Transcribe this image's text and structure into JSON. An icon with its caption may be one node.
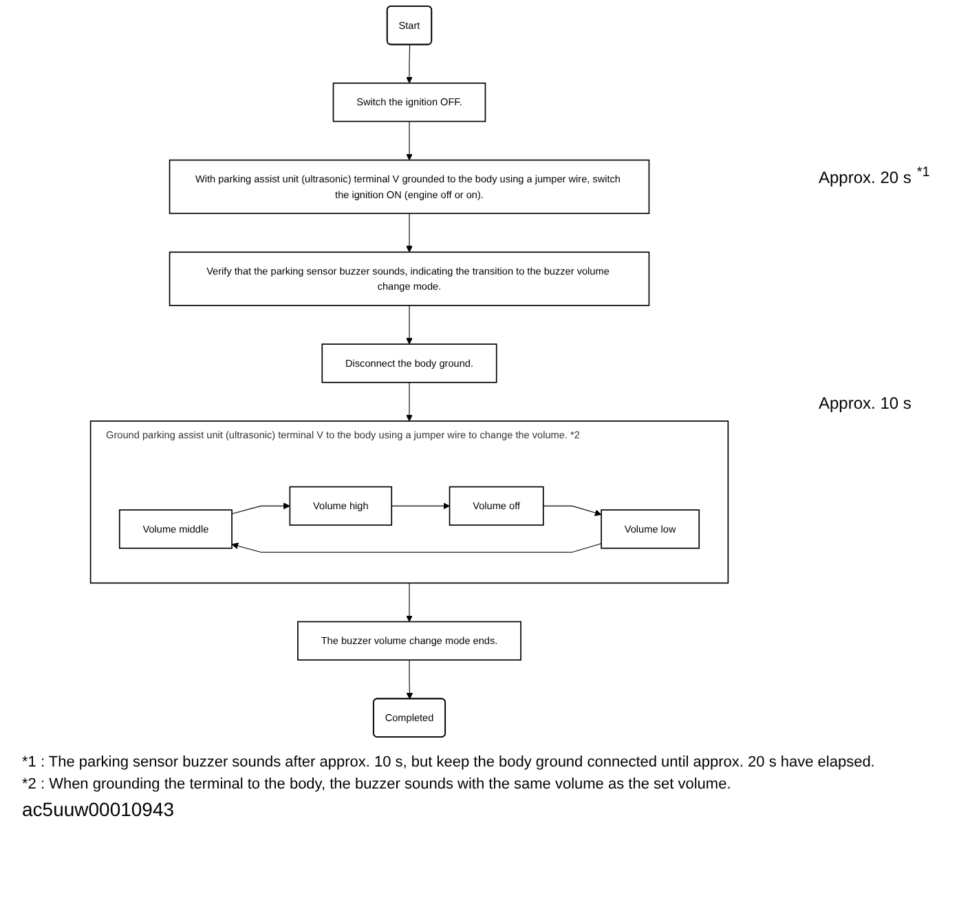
{
  "diagram": {
    "nodes": [
      {
        "text": [
          "Start"
        ]
      },
      {
        "text": [
          "Switch the ignition OFF."
        ]
      },
      {
        "text": [
          "With parking assist unit (ultrasonic) terminal V grounded to the body using a jumper wire, switch the ignition ON (engine off or on)."
        ]
      },
      {
        "text": [
          "Verify that the parking sensor buzzer sounds, indicating the transition to the buzzer volume change mode."
        ]
      },
      {
        "text": [
          "Disconnect the body ground."
        ]
      },
      {
        "text": [
          "Ground parking assist unit (ultrasonic) terminal V to the body using a jumper wire to change the volume. *2"
        ]
      },
      {
        "text": [
          "Volume middle"
        ],
        "in": 5
      },
      {
        "text": [
          "Volume high"
        ],
        "in": 5
      },
      {
        "text": [
          "Volume off"
        ],
        "in": 5
      },
      {
        "text": [
          "Volume low"
        ],
        "in": 5
      },
      {
        "text": [
          "The buzzer volume change mode ends."
        ]
      },
      {
        "text": [
          "Completed"
        ]
      }
    ],
    "edges": [
      {
        "from": 0,
        "to": 1,
        "arrow": "to"
      },
      {
        "from": 1,
        "to": 2,
        "arrow": "to"
      },
      {
        "from": 2,
        "to": 3,
        "arrow": "to"
      },
      {
        "from": 3,
        "to": 4,
        "arrow": "to"
      },
      {
        "from": 4,
        "to": 5,
        "arrow": "to"
      },
      {
        "from": 6,
        "to": 7,
        "arrow": "to"
      },
      {
        "from": 7,
        "to": 8,
        "arrow": "to"
      },
      {
        "from": 8,
        "to": 9,
        "arrow": "to"
      },
      {
        "from": 9,
        "to": 6,
        "arrow": "to"
      },
      {
        "from": 5,
        "to": 10,
        "arrow": "to"
      },
      {
        "from": 10,
        "to": 11,
        "arrow": "to"
      }
    ],
    "labels": [
      "Approx. 20 s",
      "*1",
      "Approx. 10 s",
      "*1 : The parking sensor buzzer sounds after approx. 10 s, but keep the body ground connected until approx. 20 s have elapsed.",
      "*2 : When grounding the terminal to the body, the buzzer sounds with the same volume as the set volume.",
      "ac5uuw00010943"
    ]
  }
}
